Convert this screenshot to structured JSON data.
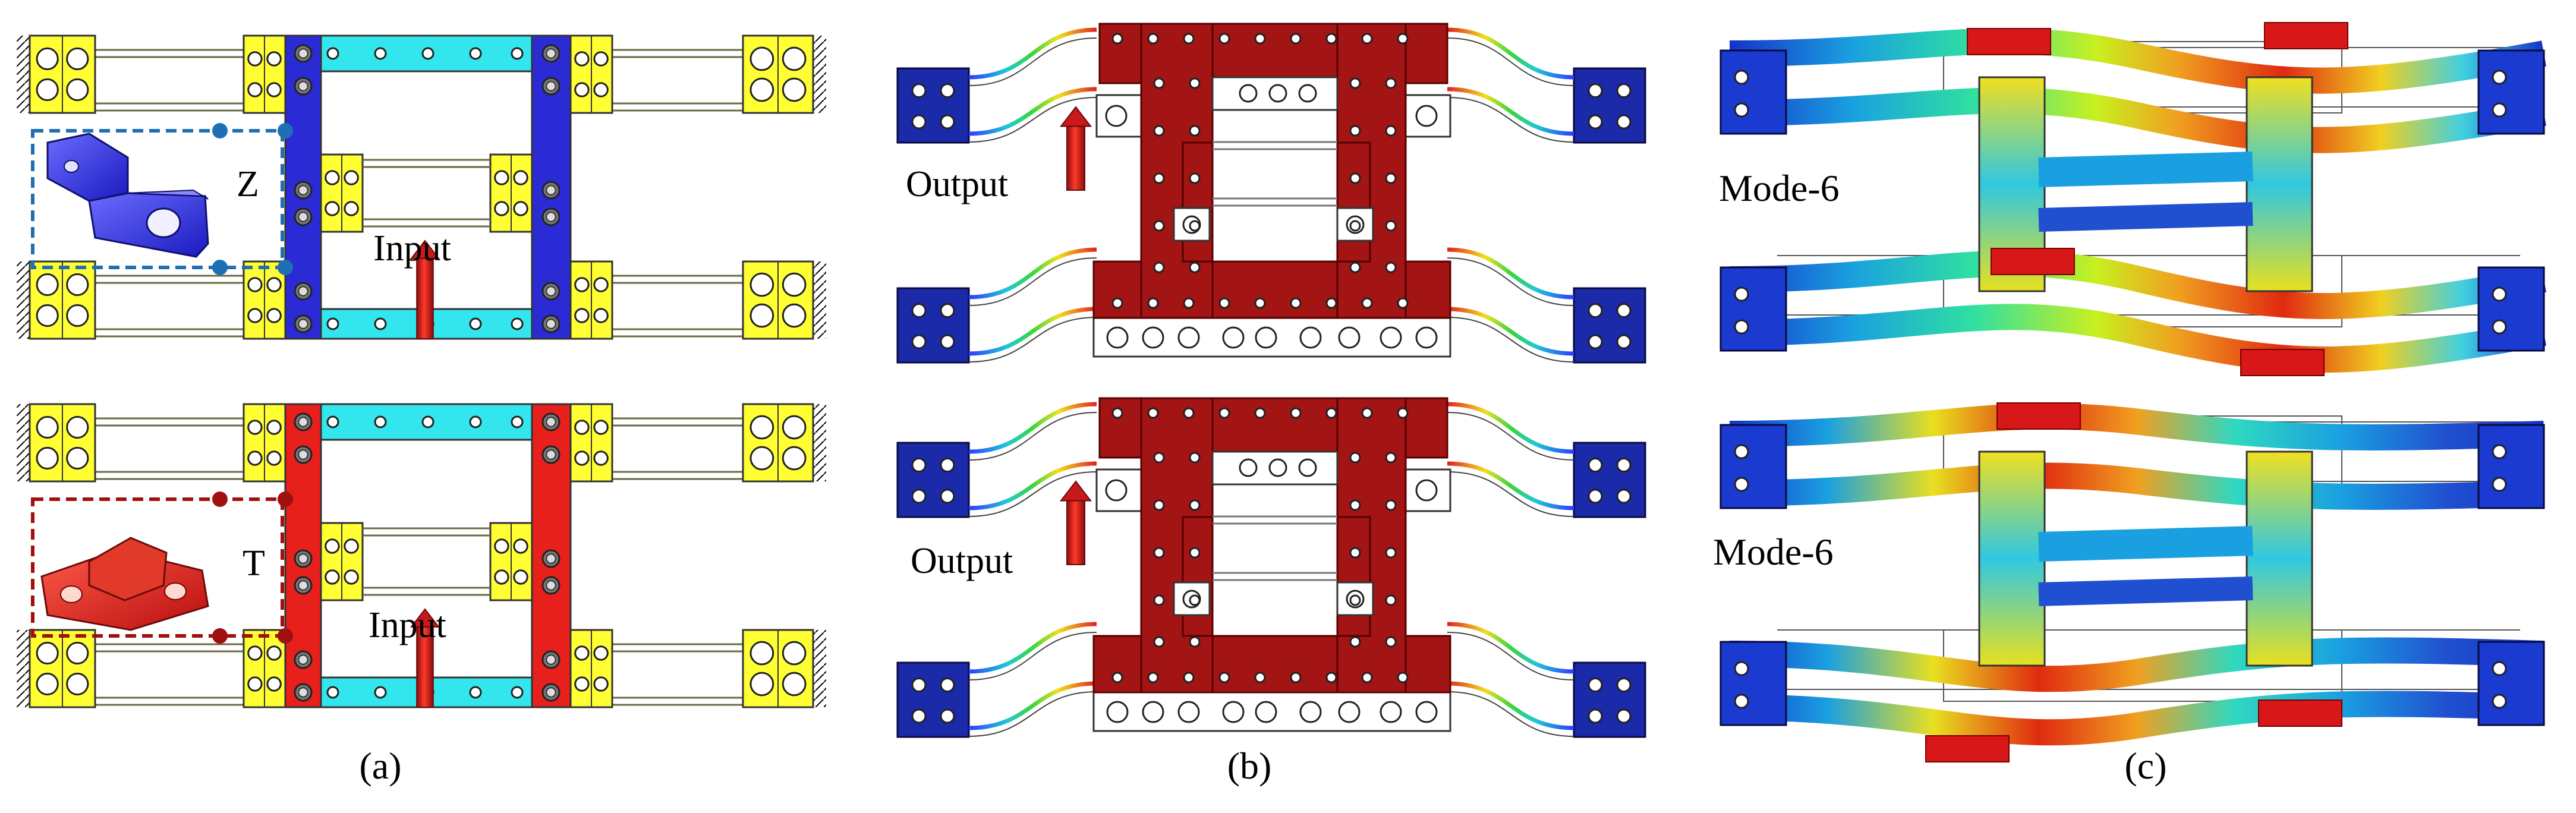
{
  "figure": {
    "panels": [
      {
        "id": "a",
        "caption": "(a)",
        "top": {
          "part_letter": "Z",
          "arrow_label": "Input"
        },
        "bottom": {
          "part_letter": "T",
          "arrow_label": "Input"
        }
      },
      {
        "id": "b",
        "caption": "(b)",
        "top": {
          "arrow_label": "Output"
        },
        "bottom": {
          "arrow_label": "Output"
        }
      },
      {
        "id": "c",
        "caption": "(c)",
        "top": {
          "mode_label": "Mode-6"
        },
        "bottom": {
          "mode_label": "Mode-6"
        }
      }
    ]
  },
  "colors": {
    "yellow_block": "#ffff33",
    "cyan_beam": "#33e6ee",
    "blue_part": "#2b2bd6",
    "red_part": "#e8201c",
    "dark_red_frame": "#a31414",
    "navy_block": "#1a2aa8",
    "arrow_red": "#d81e1e",
    "dashed_blue": "#1f6fb4",
    "dashed_red": "#a01010"
  },
  "icons": [
    "fixed-ground-hatch-icon",
    "input-arrow-icon",
    "output-arrow-icon",
    "hole-icon",
    "screw-icon"
  ]
}
